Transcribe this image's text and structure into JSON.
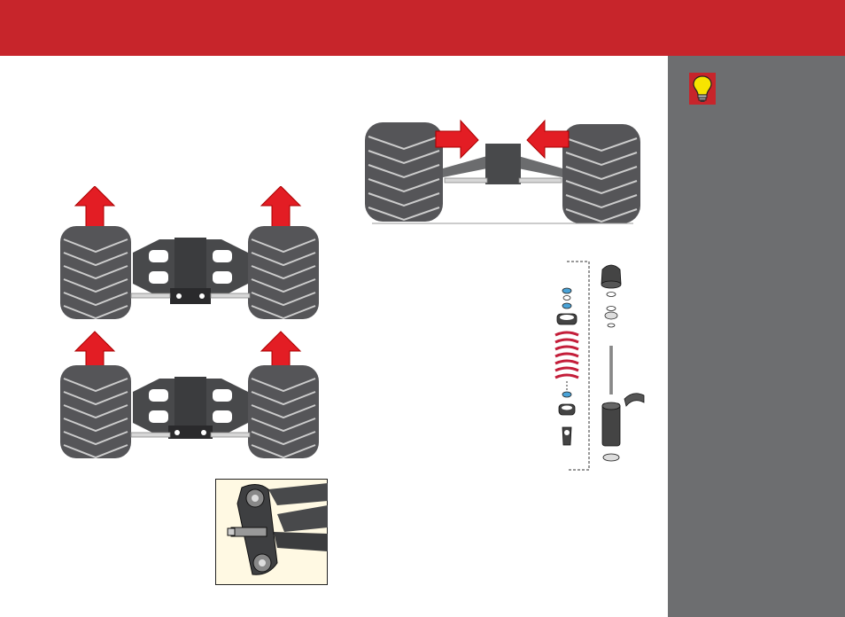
{
  "colors": {
    "header_red": "#c7252b",
    "sidebar_gray": "#6d6e70",
    "arrow_red": "#e31d24",
    "tire_dark": "#555558",
    "frame_dark": "#48494b",
    "spring_red": "#c41e3a",
    "detail_bg": "#fff9e3",
    "tip_yellow": "#f7e400"
  },
  "icons": {
    "tip": "lightbulb-icon",
    "arrow": "arrow-up-icon"
  },
  "figures": {
    "top_left": "front-axle-up-arrows",
    "mid_left": "front-axle-up-arrows-alt",
    "top_right": "axle-inward-arrows",
    "shock": "shock-exploded-view",
    "detail": "suspension-arm-detail"
  }
}
